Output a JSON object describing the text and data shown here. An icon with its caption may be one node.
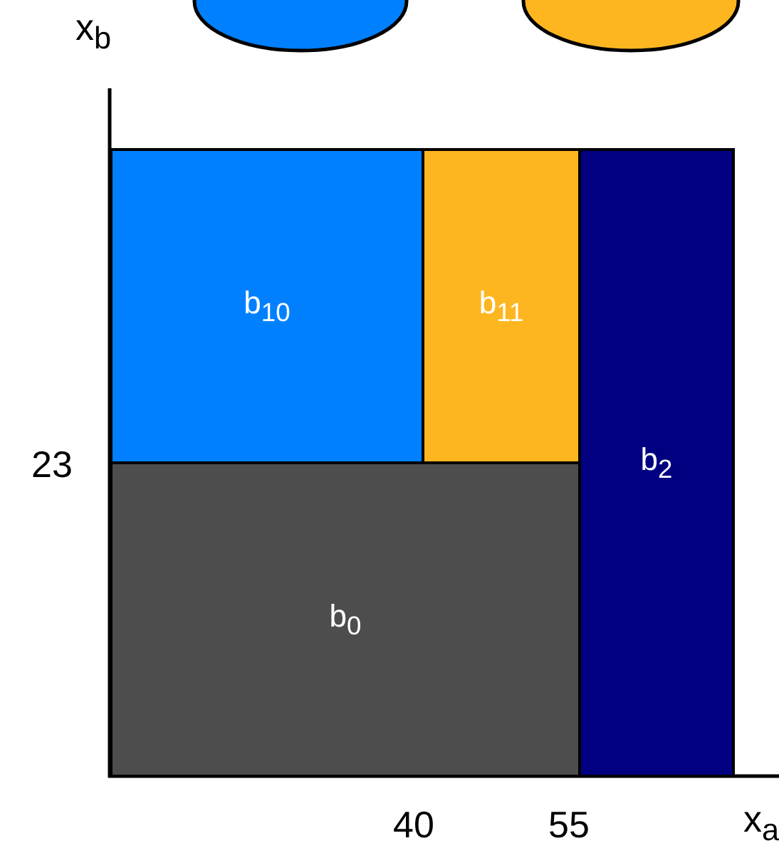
{
  "diagram": {
    "nodes": [
      {
        "text": [],
        "shape": "ellipse"
      },
      {
        "text": [],
        "shape": "ellipse"
      },
      {
        "text": [
          "b$_{10}$"
        ]
      },
      {
        "text": [
          "b$_{11}$"
        ]
      },
      {
        "text": [
          "b$_{2}$"
        ]
      },
      {
        "text": [
          "b$_{0}$"
        ]
      }
    ],
    "edges": [],
    "labels": [
      "x$_{b}$",
      "23",
      "40",
      "55",
      "x$_{a}$"
    ]
  }
}
